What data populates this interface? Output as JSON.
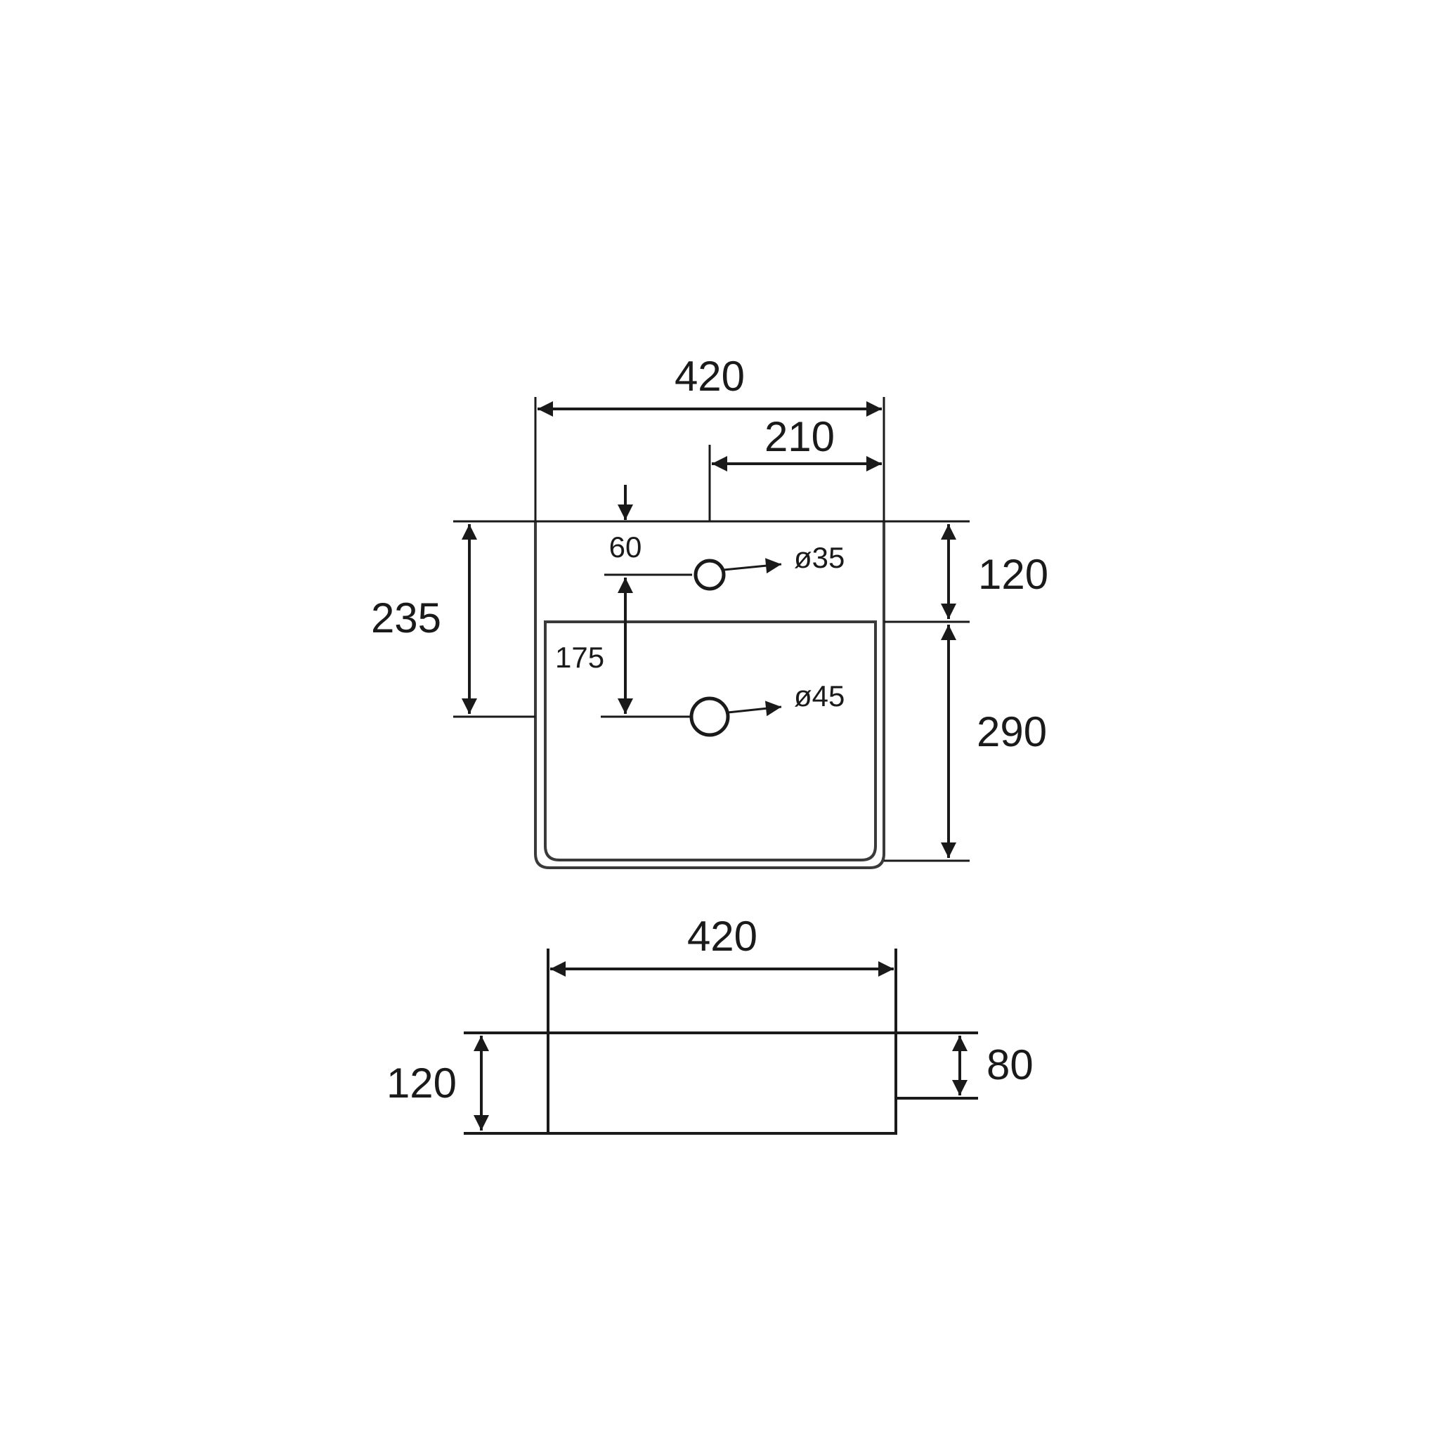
{
  "top_view": {
    "overall_width": "420",
    "half_width": "210",
    "tap_hole_offset": "60",
    "depth": "235",
    "deck_depth": "120",
    "bowl_depth": "290",
    "hole_spacing": "175",
    "tap_hole_diameter": "ø35",
    "waste_hole_diameter": "ø45"
  },
  "side_view": {
    "width": "420",
    "height": "120",
    "rim_height": "80"
  }
}
